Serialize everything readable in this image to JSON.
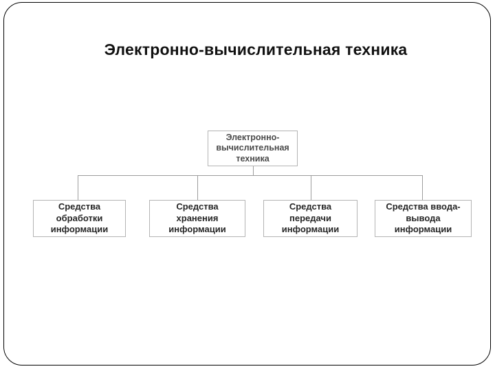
{
  "slide": {
    "title": "Электронно-вычислительная техника"
  },
  "diagram": {
    "type": "org-chart",
    "root": {
      "label": "Электронно-вычислительная техника",
      "lines": [
        "Электронно-",
        "вычислительная",
        "техника"
      ]
    },
    "children": [
      {
        "label": "Средства обработки информации",
        "lines": [
          "Средства",
          "обработки",
          "информации"
        ]
      },
      {
        "label": "Средства хранения информации",
        "lines": [
          "Средства",
          "хранения",
          "информации"
        ]
      },
      {
        "label": "Средства передачи информации",
        "lines": [
          "Средства",
          "передачи",
          "информации"
        ]
      },
      {
        "label": "Средства ввода-вывода информации",
        "lines": [
          "Средства ввода-",
          "вывода",
          "информации"
        ]
      }
    ]
  },
  "colors": {
    "background": "#ffffff",
    "frame_border": "#000000",
    "node_border": "#b3b3b3",
    "connector": "#9c9c9c",
    "title_text": "#111111",
    "root_text": "#4a4a4a",
    "child_text": "#262626"
  }
}
